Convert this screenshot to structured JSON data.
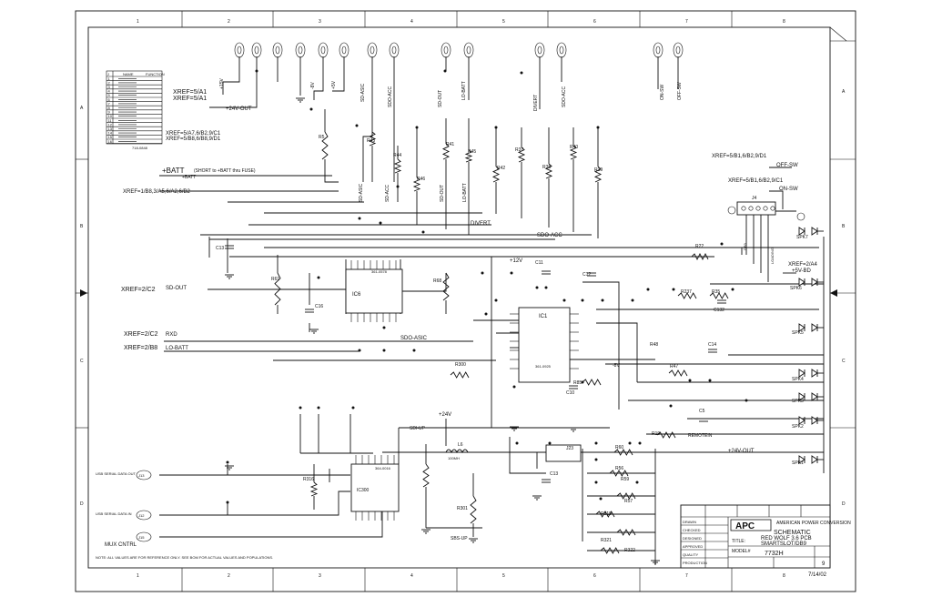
{
  "frame": {
    "columns": [
      "1",
      "2",
      "3",
      "4",
      "5",
      "6",
      "7",
      "8"
    ],
    "rows": [
      "A",
      "B",
      "C",
      "D"
    ]
  },
  "connector_table": {
    "header_num": "J",
    "header_name": "NAME",
    "header_func": "FUNCTION",
    "pins": [
      "1",
      "2",
      "3",
      "4",
      "5",
      "6",
      "7",
      "8",
      "9",
      "10",
      "11",
      "12",
      "13",
      "14",
      "15",
      "16"
    ],
    "code": "718-0848"
  },
  "labels": {
    "xref_a1": "XREF=5/A1",
    "xref_a1b": "XREF=5/A1",
    "plus15": "+15V",
    "plus24out_top": "+24V-OUT",
    "xref_a7": "XREF=5/A7,6/B2,9/C1",
    "xref_b8": "XREF=5/B8,6/B8,9/D1",
    "batt": "+BATT",
    "batt_note": "(SHORT to +BATT thru FUSE)",
    "batt_sub": "+BATT",
    "xref_b8a": "XREF=1/B8,3/A5,6/A2,6/B2",
    "xref_c2": "XREF=2/C2",
    "sd_out": "SD-OUT",
    "xref_c2b": "XREF=2/C2",
    "rxd": "RXD",
    "xref_b8b": "XREF=2/B8",
    "lo_batt": "LO-BATT",
    "xref_d1": "XREF=5/B1,6/B2,9/D1",
    "off_sw": "OFF-SW",
    "xref_c1": "XREF=5/B1,6/B2,9/C1",
    "on_sw": "ON-SW",
    "xref_a4": "XREF=2/A4",
    "plus5v_bd": "+5V-BD",
    "divert": "DIVERT",
    "sdo_acc": "SDO-ACC",
    "sdo_asic": "SDO-ASIC",
    "sd_asic": "SD-ASIC",
    "sd_acc": "SD-ACC",
    "sd_out_v": "SD-OUT",
    "lo_batt_v": "LO-BATT",
    "remotein": "REMOTEIN",
    "plus24out": "+24V-OUT",
    "plus24v": "+24V",
    "plus12v": "+12V",
    "minus8v": "-8V",
    "sdi_up": "SDI-UP",
    "sbs_up": "SBS-UP",
    "usb_out": "USB SERIAL DATA OUT",
    "usb_in": "USB SERIAL DATA IN",
    "mux": "MUX CNTRL",
    "note": "NOTE: ALL VALUES ARE FOR REFERENCE ONLY. SEE BOM FOR ACTUAL VALUES AND POPULATIONS.",
    "loading": "LOADING",
    "db9": "DB9"
  },
  "components": {
    "r5": "R5",
    "r43": "R43",
    "r44": "R44",
    "r46": "R46",
    "r41": "R41",
    "r45": "R45",
    "r42": "R42",
    "r37": "R37",
    "r38": "R38",
    "r40": "R40",
    "r39": "R39",
    "r61": "R61",
    "r68": "R68",
    "r22": "R22",
    "r237": "R237",
    "r35": "R35",
    "r85": "R85",
    "r47": "R47",
    "r48": "R48",
    "r19": "R19",
    "r300": "R300",
    "r301": "R301",
    "r316": "R316",
    "r60": "R60",
    "r57": "R57",
    "r319": "R319",
    "r321": "R321",
    "r322": "R322",
    "r59": "R59",
    "r56": "R56",
    "c16": "C16",
    "c13": "C13",
    "c11": "C11",
    "c12": "C12",
    "c10": "C10",
    "c132": "C132",
    "c14": "C14",
    "c5": "C5",
    "c13b": "C13",
    "ic1": "IC1",
    "ic1_part": "361-0925",
    "ic6": "IC6",
    "ic6_part": "361-0578",
    "ic300": "IC300",
    "ic300_part": "364-0016",
    "l6": "L6",
    "l6_val": "100MH",
    "j23": "J23",
    "j4": "J4",
    "spk7": "SPK7",
    "spk6": "SPK6",
    "spk5": "SPK5",
    "spk4": "SPK4",
    "spk3": "SPK3",
    "spk2": "SPK2",
    "spk1": "SPK1",
    "j13": "J13",
    "j12": "J12",
    "j15": "J15"
  },
  "title_block": {
    "company": "AMERICAN POWER CONVERSION",
    "logo": "APC",
    "doc_type": "SCHEMATIC",
    "title_label": "TITLE:",
    "title_line1": "RED WOLF 3.6 PCB",
    "title_line2": "SMARTSLOT/DB9",
    "model_label": "MODEL#",
    "doc_number": "7732H",
    "sheet": "9",
    "date": "7/14/02",
    "rows_left": [
      "DRAWN",
      "CHECKED",
      "DESIGNED",
      "APPROVED",
      "QUALITY",
      "PRODUCTION"
    ]
  }
}
